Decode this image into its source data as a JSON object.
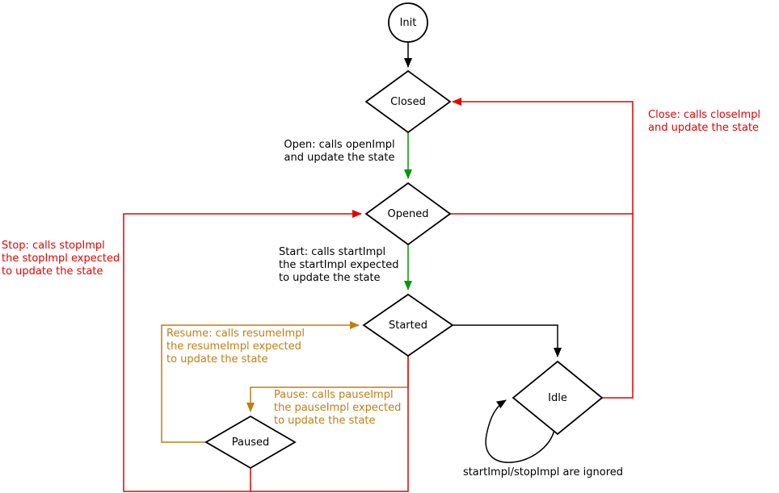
{
  "diagram": {
    "nodes": {
      "init": {
        "label": "Init"
      },
      "closed": {
        "label": "Closed"
      },
      "opened": {
        "label": "Opened"
      },
      "started": {
        "label": "Started"
      },
      "paused": {
        "label": "Paused"
      },
      "idle": {
        "label": "Idle"
      }
    },
    "edges": {
      "open": {
        "color": "#009900",
        "lines": [
          "Open: calls openImpl",
          "and update the state"
        ]
      },
      "start": {
        "color": "#009900",
        "lines": [
          "Start: calls startImpl",
          "the startImpl expected",
          "to update the state"
        ]
      },
      "close": {
        "color": "#e60000",
        "lines": [
          "Close: calls closeImpl",
          "and update the state"
        ]
      },
      "stop": {
        "color": "#e60000",
        "lines": [
          "Stop: calls stopImpl",
          "the stopImpl expected",
          "to update the state"
        ]
      },
      "resume": {
        "color": "#c17d11",
        "lines": [
          "Resume: calls resumeImpl",
          "the resumeImpl expected",
          "to update the state"
        ]
      },
      "pause": {
        "color": "#c17d11",
        "lines": [
          "Pause: calls pauseImpl",
          "the pauseImpl expected",
          "to update the state"
        ]
      },
      "idle_self": {
        "color": "#000000",
        "lines": [
          "startImpl/stopImpl are ignored"
        ]
      }
    },
    "colors": {
      "black": "#000000",
      "green": "#009900",
      "red": "#e60000",
      "orange": "#c17d11"
    }
  }
}
